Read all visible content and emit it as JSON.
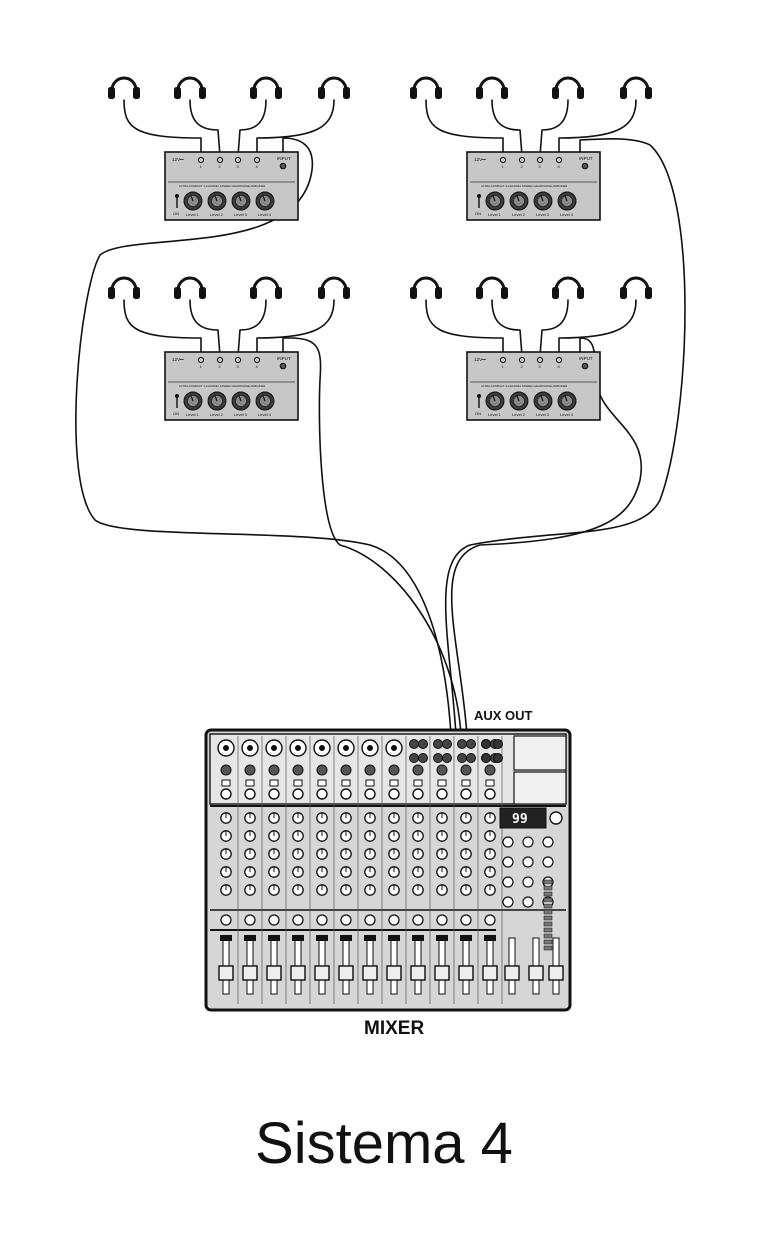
{
  "diagram": {
    "title": "Sistema 4",
    "mixer_label": "MIXER",
    "aux_out_label": "AUX OUT",
    "amplifier": {
      "power_label": "12V⎓",
      "input_label": "INPUT",
      "model_text": "ULTRA-COMPACT 4-CHANNEL STEREO HEADPHONE AMPLIFIER",
      "on_label": "ON",
      "output_numbers": [
        "1",
        "2",
        "3",
        "4"
      ],
      "level_labels": [
        "Level 1",
        "Level 2",
        "Level 3",
        "Level 4"
      ]
    },
    "amplifiers": [
      {
        "id": "amp-top-left"
      },
      {
        "id": "amp-top-right"
      },
      {
        "id": "amp-bottom-left"
      },
      {
        "id": "amp-bottom-right"
      }
    ],
    "headphones_per_amplifier": 4,
    "mixer_display": "99"
  }
}
